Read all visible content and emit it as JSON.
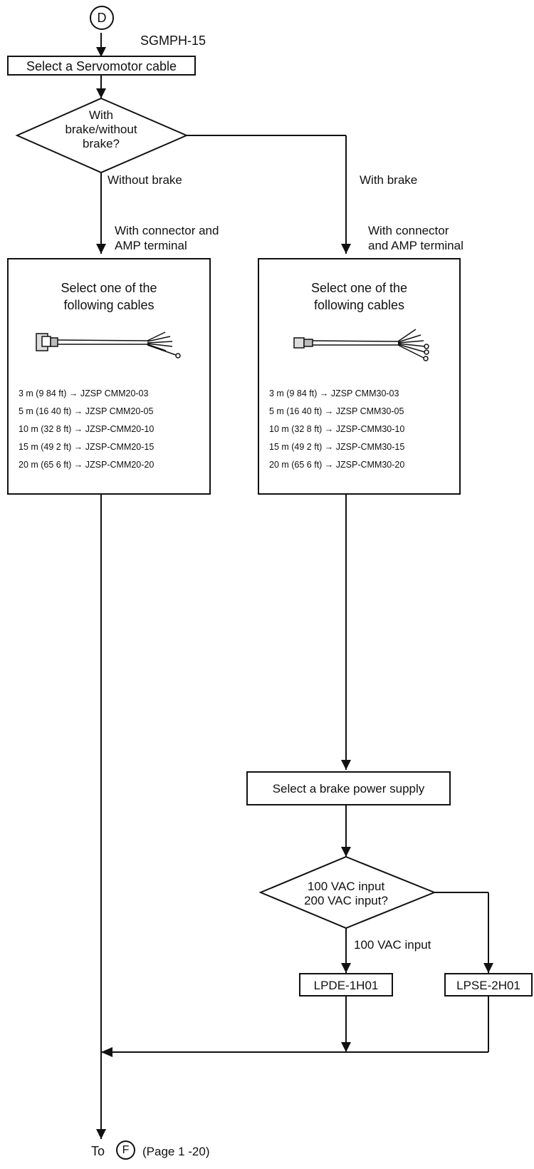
{
  "start_connector": "D",
  "model": "SGMPH-15",
  "step_select_cable": "Select a Servomotor cable",
  "decision_brake": {
    "line1": "With",
    "line2": "brake/without",
    "line3": "brake?"
  },
  "branch_without_brake": "Without brake",
  "branch_with_brake": "With brake",
  "left_connector_label": {
    "line1": "With connector and",
    "line2": "AMP terminal"
  },
  "right_connector_label": {
    "line1": "With connector",
    "line2": "and AMP terminal"
  },
  "left_box": {
    "title": "Select one of the\nfollowing cables",
    "cable_icon": "servomotor-cable-icon",
    "rows": [
      "3 m (9 84 ft) → JZSP CMM20-03",
      "5 m (16 40 ft) → JZSP CMM20-05",
      "10 m (32 8 ft) → JZSP-CMM20-10",
      "15 m (49 2 ft) → JZSP-CMM20-15",
      "20 m (65 6 ft) → JZSP-CMM20-20"
    ]
  },
  "right_box": {
    "title": "Select one of the\nfollowing cables",
    "cable_icon": "servomotor-brake-cable-icon",
    "rows": [
      "3 m (9 84 ft) → JZSP CMM30-03",
      "5 m (16 40 ft) → JZSP CMM30-05",
      "10 m (32 8 ft) → JZSP-CMM30-10",
      "15 m (49 2 ft) → JZSP-CMM30-15",
      "20 m (65 6 ft) → JZSP-CMM30-20"
    ]
  },
  "step_brake_power": "Select a brake power supply",
  "decision_vac": {
    "line1": "100 VAC input",
    "line2": "200 VAC input?"
  },
  "branch_100vac": "100 VAC input",
  "supply_100": "LPDE-1H01",
  "supply_200": "LPSE-2H01",
  "end_prefix": "To",
  "end_connector": "F",
  "end_page": "(Page 1 -20)"
}
